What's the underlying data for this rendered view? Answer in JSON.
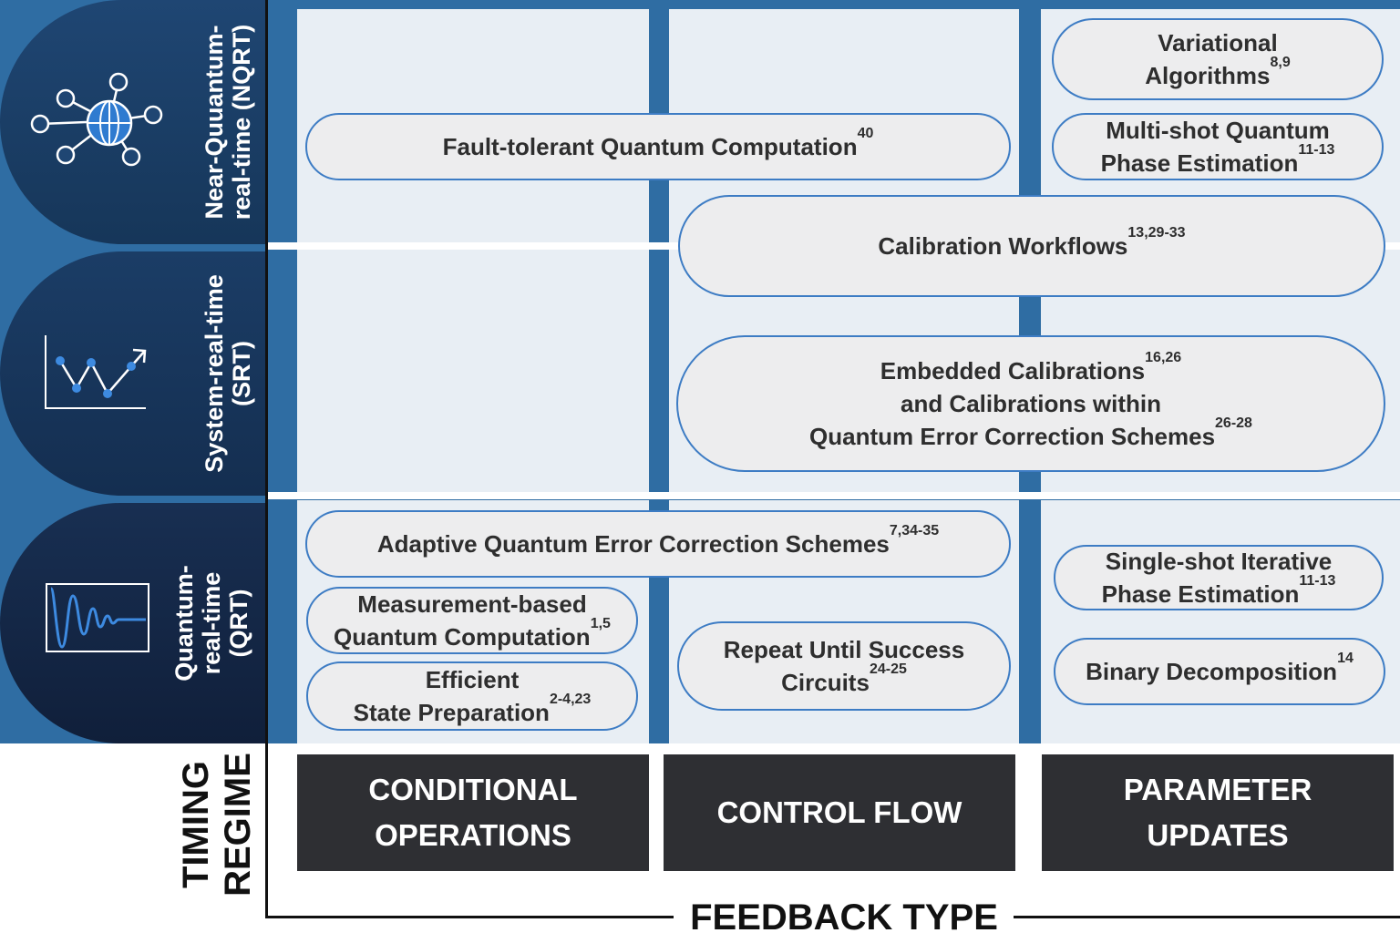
{
  "regimes": {
    "nqrt": {
      "line1": "Near-Quuantum-",
      "line2": "real-time (NQRT)",
      "icon": "network-globe-icon"
    },
    "srt": {
      "line1": "System-real-time",
      "line2": "(SRT)",
      "icon": "line-chart-icon"
    },
    "qrt": {
      "line1": "Quantum-",
      "line2": "real-time",
      "line3": "(QRT)",
      "icon": "damped-oscillation-icon"
    }
  },
  "applications": {
    "ftqc": {
      "text": "Fault-tolerant Quantum Computation",
      "ref": "40"
    },
    "variational": {
      "line1": "Variational",
      "line2": "Algorithms",
      "ref": "8,9"
    },
    "multishot": {
      "line1": "Multi-shot Quantum",
      "line2": "Phase Estimation",
      "ref": "11-13"
    },
    "calibration": {
      "text": "Calibration Workflows",
      "ref": "13,29-33"
    },
    "embedded": {
      "line1": "Embedded Calibrations",
      "ref1": "16,26",
      "line2": "and Calibrations within",
      "line3": "Quantum Error Correction Schemes",
      "ref3": "26-28"
    },
    "adaptive_qec": {
      "text": "Adaptive Quantum Error Correction Schemes",
      "ref": "7,34-35"
    },
    "mbqc": {
      "line1": "Measurement-based",
      "line2": "Quantum Computation",
      "ref": "1,5"
    },
    "state_prep": {
      "line1": "Efficient",
      "line2": "State Preparation",
      "ref": "2-4,23"
    },
    "rus": {
      "line1": "Repeat Until Success",
      "line2": "Circuits",
      "ref": "24-25"
    },
    "single_shot": {
      "line1": "Single-shot Iterative",
      "line2": "Phase Estimation",
      "ref": "11-13"
    },
    "binary": {
      "text": "Binary Decomposition",
      "ref": "14"
    }
  },
  "feedback_types": {
    "conditional": {
      "line1": "CONDITIONAL",
      "line2": "OPERATIONS"
    },
    "control_flow": {
      "line1": "CONTROL FLOW"
    },
    "parameter": {
      "line1": "PARAMETER",
      "line2": "UPDATES"
    }
  },
  "axes": {
    "x_label": "FEEDBACK TYPE",
    "y_line1": "TIMING",
    "y_line2": "REGIME"
  },
  "colors": {
    "grid_blue": "#2f6da3",
    "cell": "#e8eef4",
    "pill_border": "#3d7cc4",
    "header_dark": "#2e2f33",
    "tab_navy": "#163659"
  }
}
